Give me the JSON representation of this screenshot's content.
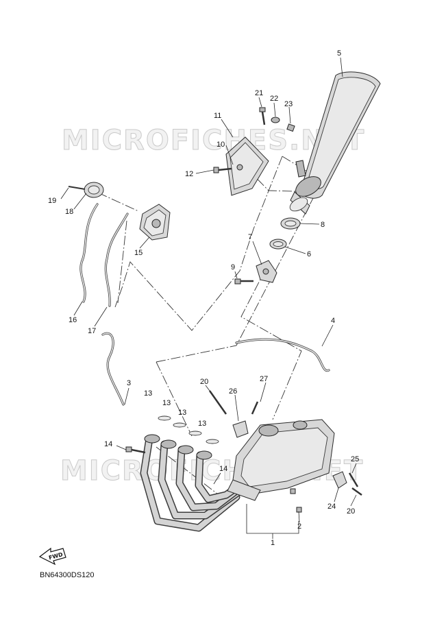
{
  "watermark": {
    "text_upper": "MICROFICHES.NET",
    "text_lower": "MICROFICHES.NET"
  },
  "fwd_label": "FWD",
  "diagram_code": "BN64300DS120",
  "callouts": [
    {
      "id": "c1",
      "label": "1"
    },
    {
      "id": "c2",
      "label": "2"
    },
    {
      "id": "c3",
      "label": "3"
    },
    {
      "id": "c4",
      "label": "4"
    },
    {
      "id": "c5",
      "label": "5"
    },
    {
      "id": "c6",
      "label": "6"
    },
    {
      "id": "c7",
      "label": "7"
    },
    {
      "id": "c8",
      "label": "8"
    },
    {
      "id": "c9",
      "label": "9"
    },
    {
      "id": "c10",
      "label": "10"
    },
    {
      "id": "c11",
      "label": "11"
    },
    {
      "id": "c12",
      "label": "12"
    },
    {
      "id": "c13a",
      "label": "13"
    },
    {
      "id": "c13b",
      "label": "13"
    },
    {
      "id": "c13c",
      "label": "13"
    },
    {
      "id": "c13d",
      "label": "13"
    },
    {
      "id": "c14a",
      "label": "14"
    },
    {
      "id": "c14b",
      "label": "14"
    },
    {
      "id": "c15",
      "label": "15"
    },
    {
      "id": "c16",
      "label": "16"
    },
    {
      "id": "c17",
      "label": "17"
    },
    {
      "id": "c18",
      "label": "18"
    },
    {
      "id": "c19",
      "label": "19"
    },
    {
      "id": "c20a",
      "label": "20"
    },
    {
      "id": "c20b",
      "label": "20"
    },
    {
      "id": "c21",
      "label": "21"
    },
    {
      "id": "c22",
      "label": "22"
    },
    {
      "id": "c23",
      "label": "23"
    },
    {
      "id": "c24",
      "label": "24"
    },
    {
      "id": "c25",
      "label": "25"
    },
    {
      "id": "c26",
      "label": "26"
    },
    {
      "id": "c27",
      "label": "27"
    }
  ]
}
